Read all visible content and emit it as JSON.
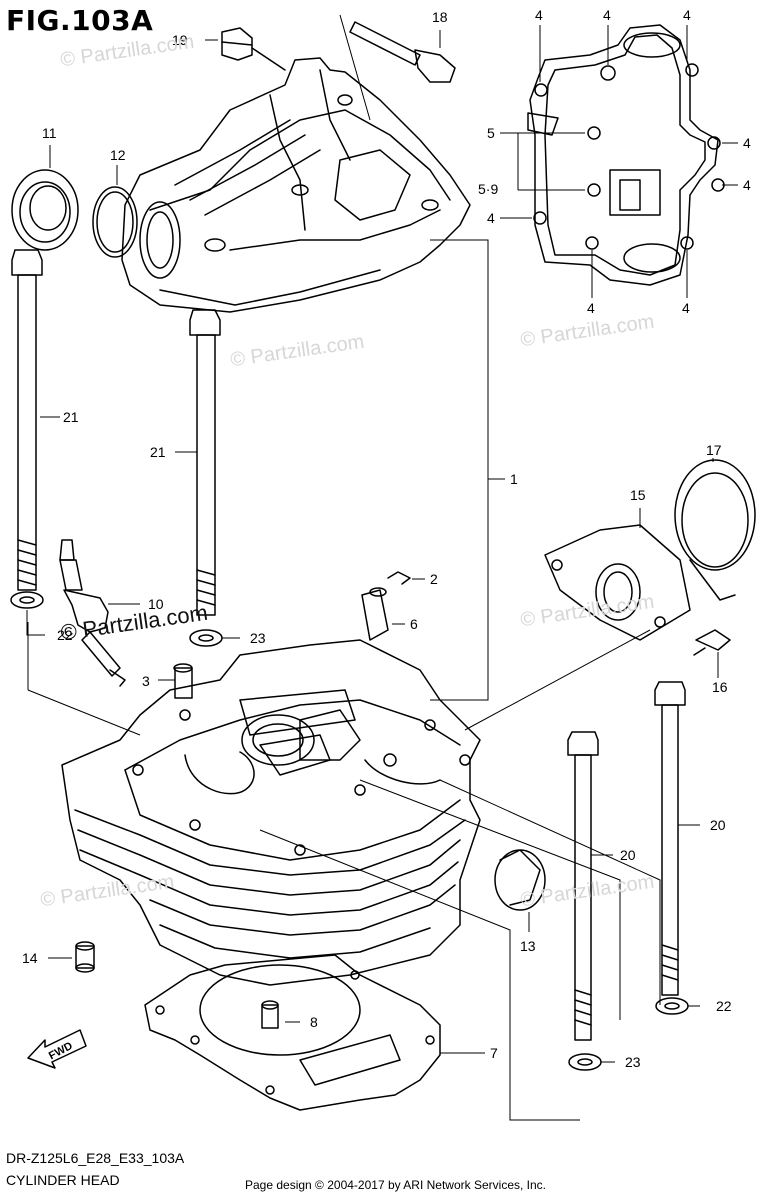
{
  "figure_title": "FIG.103A",
  "model_code": "DR-Z125L6_E28_E33_103A",
  "section_name": "CYLINDER HEAD",
  "copyright": "Page design © 2004-2017 by ARI Network Services, Inc.",
  "watermark": "© Partzilla.com",
  "fwd_label": "FWD",
  "callouts": [
    "1",
    "2",
    "3",
    "4",
    "5",
    "5·9",
    "6",
    "7",
    "8",
    "10",
    "11",
    "12",
    "13",
    "14",
    "15",
    "16",
    "17",
    "18",
    "19",
    "20",
    "21",
    "22",
    "23"
  ],
  "colors": {
    "line": "#000000",
    "watermark": "#d6d6d6",
    "background": "#ffffff"
  }
}
